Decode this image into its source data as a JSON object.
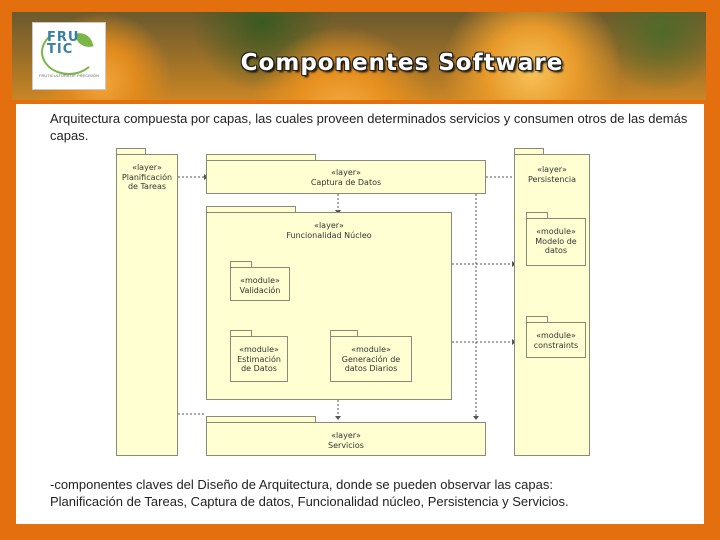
{
  "header": {
    "title": "Componentes Software",
    "logo": {
      "line1": "FRU",
      "line2": "TIC",
      "sub": "FRUTICULTURA DE PRECISIÓN"
    }
  },
  "intro": "Arquitectura compuesta por capas, las cuales proveen determinados servicios y consumen otros de las demás capas.",
  "diagram": {
    "layers": {
      "planificacion": {
        "stereo": "«layer»",
        "name": "Planificación de Tareas"
      },
      "captura": {
        "stereo": "«layer»",
        "name": "Captura de Datos"
      },
      "persistencia": {
        "stereo": "«layer»",
        "name": "Persistencia"
      },
      "nucleo": {
        "stereo": "«layer»",
        "name": "Funcionalidad Núcleo"
      },
      "servicios": {
        "stereo": "«layer»",
        "name": "Servicios"
      }
    },
    "modules": {
      "validacion": {
        "stereo": "«module»",
        "name": "Validación"
      },
      "estimacion": {
        "stereo": "«module»",
        "name": "Estimación de Datos"
      },
      "generacion": {
        "stereo": "«module»",
        "name": "Generación de datos Diarios"
      },
      "modelo": {
        "stereo": "«module»",
        "name": "Modelo de datos"
      },
      "constraints": {
        "stereo": "«module»",
        "name": "constraints"
      }
    }
  },
  "outro": {
    "line1": "-componentes claves del Diseño de Arquitectura, donde se pueden observar las capas:",
    "line2": "Planificación de Tareas, Captura de datos, Funcionalidad núcleo, Persistencia y Servicios."
  }
}
